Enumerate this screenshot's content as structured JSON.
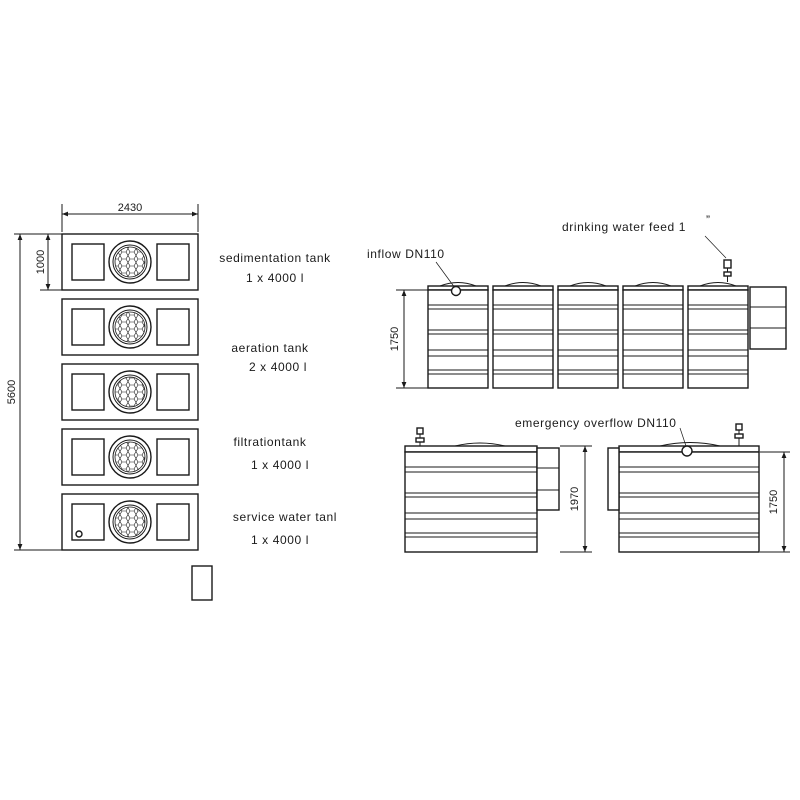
{
  "plan": {
    "width_dim": "2430",
    "module_dim": "1000",
    "total_dim": "5600",
    "tanks": [
      {
        "name": "sedimentation tank",
        "qty": "1 x 4000 l"
      },
      {
        "name": "aeration tank",
        "qty": "2 x 4000 l"
      },
      {
        "name": "filtrationtank",
        "qty": "1 x 4000 l"
      },
      {
        "name": "service water tanl",
        "qty": "1 x 4000 l"
      }
    ]
  },
  "elevation": {
    "inflow": "inflow DN110",
    "drinking_feed": "drinking water feed 1",
    "feed_mark": "”",
    "height_dim": "1750"
  },
  "sections": {
    "overflow": "emergency overflow  DN110",
    "height_left": "1970",
    "height_right": "1750"
  },
  "colors": {
    "line": "#1a1a1a",
    "paper": "#ffffff"
  }
}
